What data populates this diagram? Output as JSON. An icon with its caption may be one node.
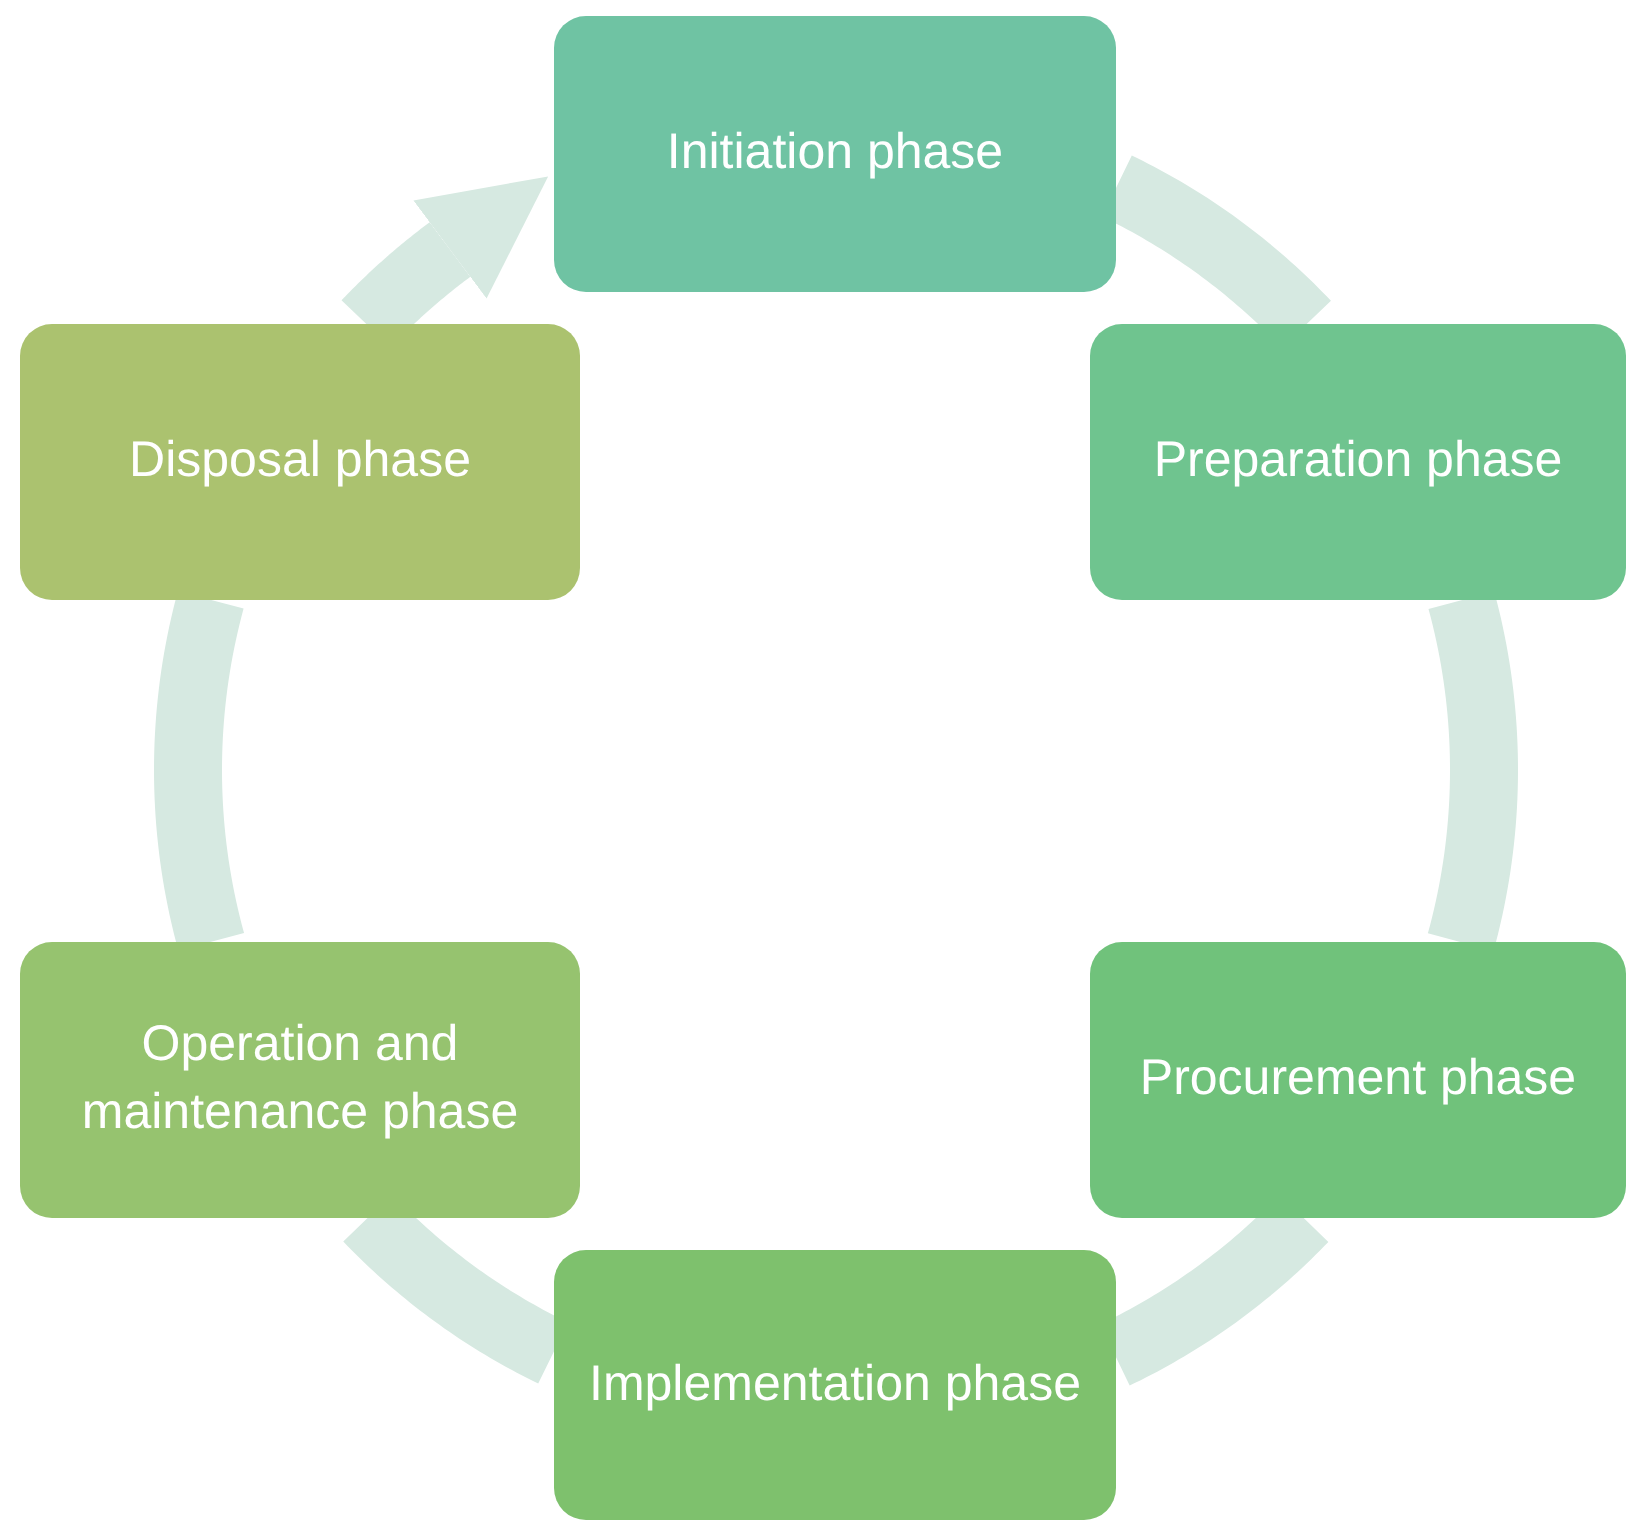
{
  "diagram": {
    "nodes": [
      {
        "text": [
          "Initiation phase"
        ]
      },
      {
        "text": [
          "Preparation phase"
        ]
      },
      {
        "text": [
          "Procurement phase"
        ]
      },
      {
        "text": [
          "Implementation phase"
        ]
      },
      {
        "text": [
          "Operation and maintenance phase"
        ]
      },
      {
        "text": [
          "Disposal phase"
        ]
      }
    ],
    "edges": [
      {
        "from": 0,
        "to": 1,
        "arrow": "none"
      },
      {
        "from": 1,
        "to": 2,
        "arrow": "none"
      },
      {
        "from": 2,
        "to": 3,
        "arrow": "none"
      },
      {
        "from": 3,
        "to": 4,
        "arrow": "none"
      },
      {
        "from": 4,
        "to": 5,
        "arrow": "none"
      },
      {
        "from": 5,
        "to": 0,
        "arrow": "to"
      }
    ]
  }
}
